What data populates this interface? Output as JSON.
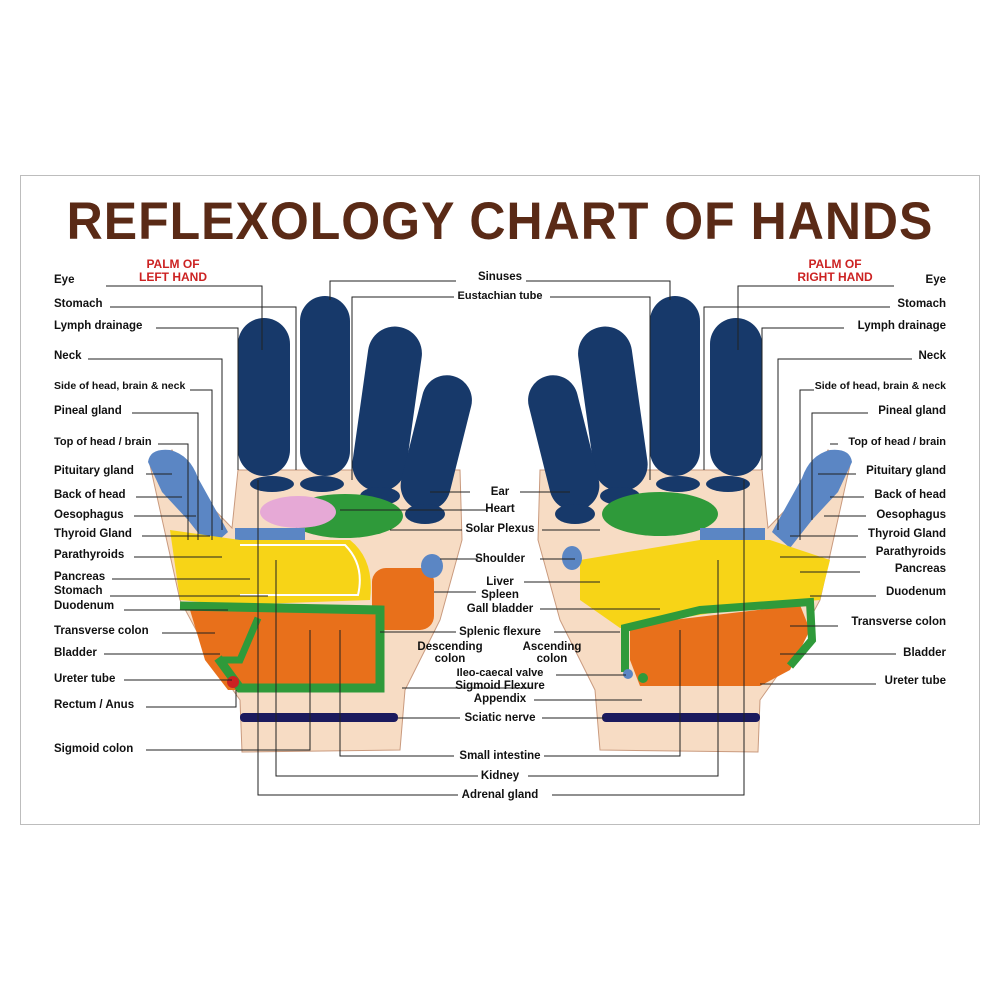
{
  "title": "REFLEXOLOGY CHART OF HANDS",
  "left_heading": [
    "PALM OF",
    "LEFT HAND"
  ],
  "right_heading": [
    "PALM OF",
    "RIGHT HAND"
  ],
  "left_labels": [
    "Eye",
    "Stomach",
    "Lymph drainage",
    "Neck",
    "Side of head, brain & neck",
    "Pineal gland",
    "Top of head / brain",
    "Pituitary gland",
    "Back of head",
    "Oesophagus",
    "Thyroid Gland",
    "Parathyroids",
    "Pancreas",
    "Stomach",
    "Duodenum",
    "Transverse colon",
    "Bladder",
    "Ureter tube",
    "Rectum / Anus",
    "Sigmoid colon"
  ],
  "right_labels": [
    "Eye",
    "Stomach",
    "Lymph drainage",
    "Neck",
    "Side of head, brain & neck",
    "Pineal gland",
    "Top of head / brain",
    "Pituitary gland",
    "Back of head",
    "Oesophagus",
    "Thyroid Gland",
    "Parathyroids",
    "Pancreas",
    "Duodenum",
    "Transverse colon",
    "Bladder",
    "Ureter tube"
  ],
  "center_labels": [
    "Sinuses",
    "Eustachian tube",
    "Ear",
    "Heart",
    "Solar Plexus",
    "Shoulder",
    "Liver",
    "Spleen",
    "Gall bladder",
    "Splenic flexure",
    "Ileo-caecal valve",
    "Sigmoid Flexure",
    "Appendix",
    "Sciatic nerve",
    "Small intestine",
    "Kidney",
    "Adrenal gland"
  ],
  "descending_colon": [
    "Descending",
    "colon"
  ],
  "ascending_colon": [
    "Ascending",
    "colon"
  ],
  "colors": {
    "title": "#5a2a16",
    "heading": "#cc2222",
    "fingers": "#17396a",
    "thumb": "#5b86c4",
    "skin": "#f7dcc4",
    "yellow": "#f7d417",
    "orange": "#e8701b",
    "green": "#2f9a3a",
    "pink": "#e6a9d6",
    "navy_band": "#1b1a5e"
  }
}
